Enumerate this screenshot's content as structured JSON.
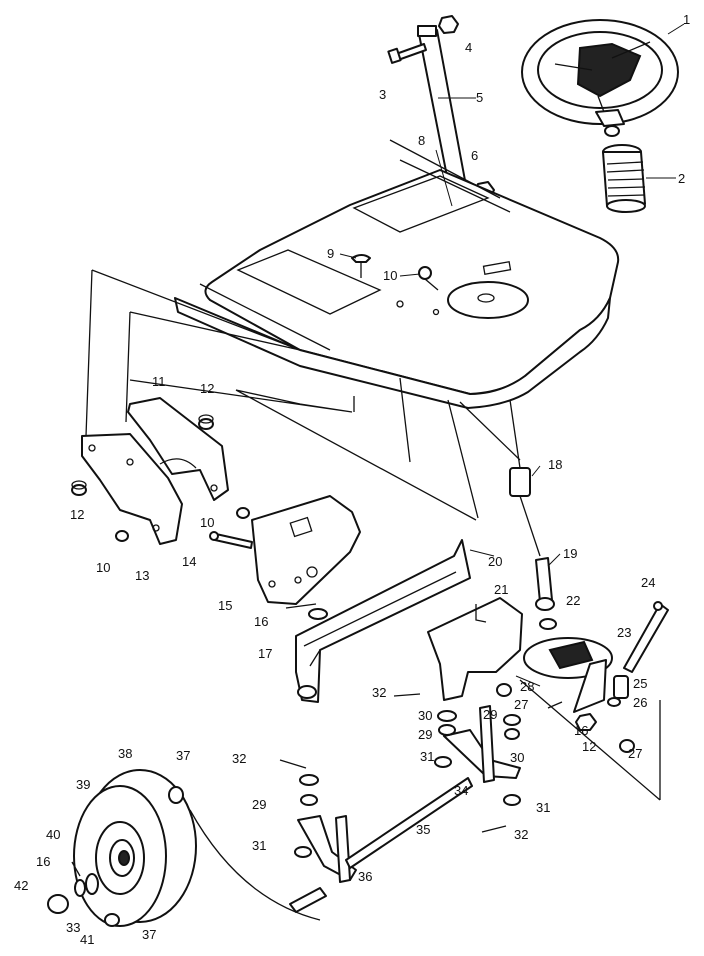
{
  "colors": {
    "ink": "#111111",
    "paper": "#ffffff"
  },
  "callouts": [
    {
      "id": "c1",
      "label": "1"
    },
    {
      "id": "c2",
      "label": "2"
    },
    {
      "id": "c3",
      "label": "3"
    },
    {
      "id": "c4",
      "label": "4"
    },
    {
      "id": "c5",
      "label": "5"
    },
    {
      "id": "c6",
      "label": "6"
    },
    {
      "id": "c8",
      "label": "8"
    },
    {
      "id": "c9",
      "label": "9"
    },
    {
      "id": "c10a",
      "label": "10"
    },
    {
      "id": "c10b",
      "label": "10"
    },
    {
      "id": "c10c",
      "label": "10"
    },
    {
      "id": "c11",
      "label": "11"
    },
    {
      "id": "c12a",
      "label": "12"
    },
    {
      "id": "c12b",
      "label": "12"
    },
    {
      "id": "c12c",
      "label": "12"
    },
    {
      "id": "c13",
      "label": "13"
    },
    {
      "id": "c14",
      "label": "14"
    },
    {
      "id": "c15",
      "label": "15"
    },
    {
      "id": "c16a",
      "label": "16"
    },
    {
      "id": "c16b",
      "label": "16"
    },
    {
      "id": "c16c",
      "label": "16"
    },
    {
      "id": "c17",
      "label": "17"
    },
    {
      "id": "c18",
      "label": "18"
    },
    {
      "id": "c19",
      "label": "19"
    },
    {
      "id": "c20",
      "label": "20"
    },
    {
      "id": "c21",
      "label": "21"
    },
    {
      "id": "c22",
      "label": "22"
    },
    {
      "id": "c23",
      "label": "23"
    },
    {
      "id": "c24",
      "label": "24"
    },
    {
      "id": "c25",
      "label": "25"
    },
    {
      "id": "c26",
      "label": "26"
    },
    {
      "id": "c27a",
      "label": "27"
    },
    {
      "id": "c27b",
      "label": "27"
    },
    {
      "id": "c28",
      "label": "28"
    },
    {
      "id": "c29a",
      "label": "29"
    },
    {
      "id": "c29b",
      "label": "29"
    },
    {
      "id": "c29c",
      "label": "29"
    },
    {
      "id": "c30a",
      "label": "30"
    },
    {
      "id": "c30b",
      "label": "30"
    },
    {
      "id": "c31a",
      "label": "31"
    },
    {
      "id": "c31b",
      "label": "31"
    },
    {
      "id": "c31c",
      "label": "31"
    },
    {
      "id": "c32a",
      "label": "32"
    },
    {
      "id": "c32b",
      "label": "32"
    },
    {
      "id": "c32c",
      "label": "32"
    },
    {
      "id": "c33",
      "label": "33"
    },
    {
      "id": "c34",
      "label": "34"
    },
    {
      "id": "c35",
      "label": "35"
    },
    {
      "id": "c36",
      "label": "36"
    },
    {
      "id": "c37a",
      "label": "37"
    },
    {
      "id": "c37b",
      "label": "37"
    },
    {
      "id": "c38",
      "label": "38"
    },
    {
      "id": "c39",
      "label": "39"
    },
    {
      "id": "c40",
      "label": "40"
    },
    {
      "id": "c41",
      "label": "41"
    },
    {
      "id": "c42",
      "label": "42"
    }
  ]
}
